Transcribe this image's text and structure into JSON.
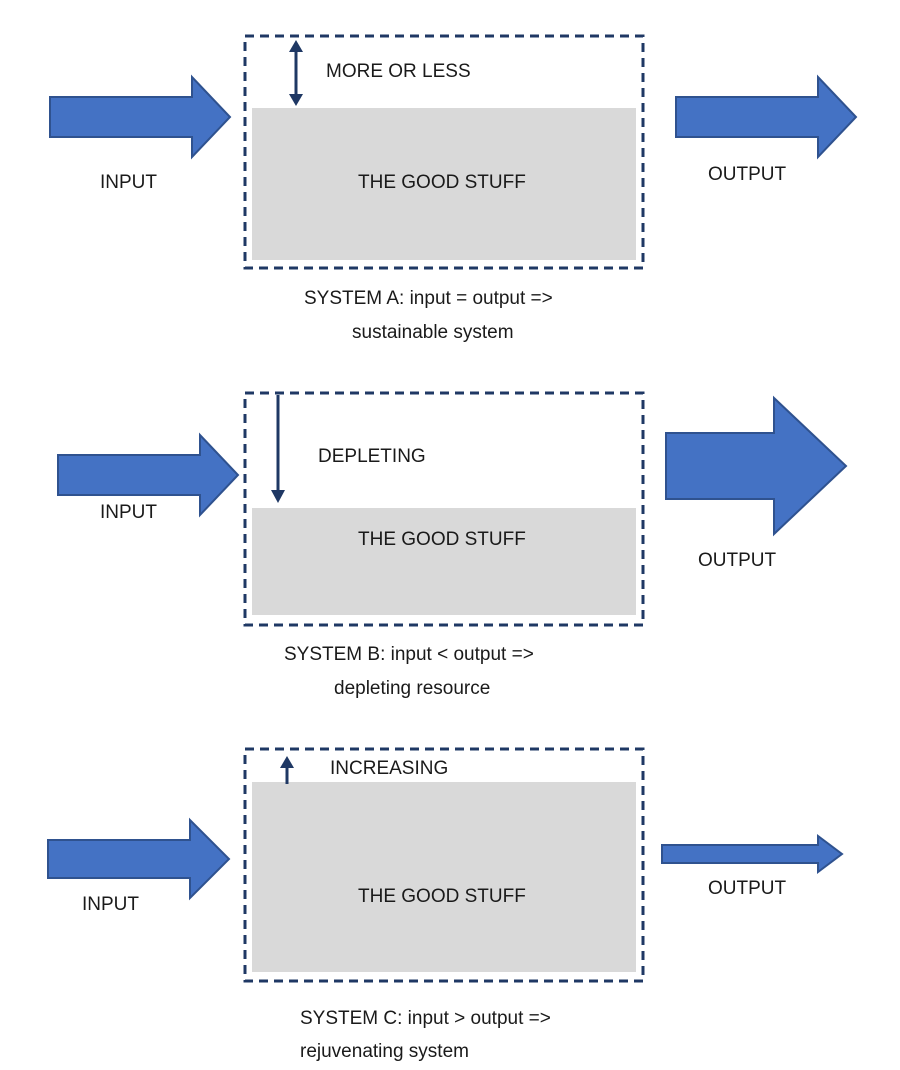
{
  "colors": {
    "flow_arrow": "#4472c4",
    "flow_arrow_border": "#2f528f",
    "frame_border": "#1f3864",
    "stock_fill": "#d9d9d9",
    "level_arrow": "#1f3864"
  },
  "systems": [
    {
      "input_label": "INPUT",
      "output_label": "OUTPUT",
      "stock_label": "THE GOOD STUFF",
      "level_label": "MORE OR LESS",
      "level_direction": "both",
      "caption": [
        "SYSTEM A: input = output =>",
        "sustainable system"
      ]
    },
    {
      "input_label": "INPUT",
      "output_label": "OUTPUT",
      "stock_label": "THE GOOD STUFF",
      "level_label": "DEPLETING",
      "level_direction": "down",
      "caption": [
        "SYSTEM B: input < output =>",
        "depleting resource"
      ]
    },
    {
      "input_label": "INPUT",
      "output_label": "OUTPUT",
      "stock_label": "THE GOOD STUFF",
      "level_label": "INCREASING",
      "level_direction": "up",
      "caption": [
        "SYSTEM C: input > output =>",
        "rejuvenating system"
      ]
    }
  ]
}
